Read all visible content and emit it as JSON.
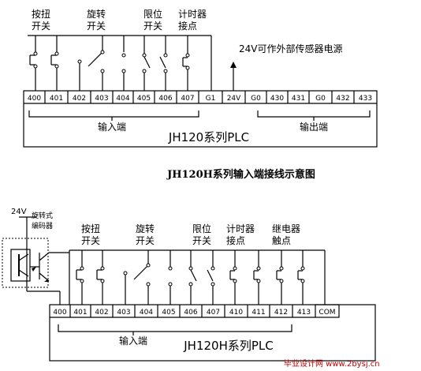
{
  "top": {
    "group_labels": {
      "button": [
        "按扭",
        "开关"
      ],
      "rotary": [
        "旋转",
        "开关"
      ],
      "limit": [
        "限位",
        "开关"
      ],
      "timer": [
        "计时器",
        "接点"
      ]
    },
    "power_note": "24V可作外部传感器电源",
    "terminals": [
      "400",
      "401",
      "402",
      "403",
      "404",
      "405",
      "406",
      "407",
      "G1",
      "24V",
      "G0",
      "430",
      "431",
      "G0",
      "432",
      "433"
    ],
    "input_label": "输入端",
    "output_label": "输出端",
    "plc_name": "JH120系列PLC"
  },
  "caption": "JH120H系列输入端接线示意图",
  "bottom": {
    "voltage": "24V",
    "encoder_label": [
      "旋转式",
      "编码器"
    ],
    "group_labels": {
      "button": [
        "按扭",
        "开关"
      ],
      "rotary": [
        "旋转",
        "开关"
      ],
      "limit": [
        "限位",
        "开关"
      ],
      "timer": [
        "计时器",
        "接点"
      ],
      "relay": [
        "继电器",
        "触点"
      ]
    },
    "terminals": [
      "400",
      "401",
      "402",
      "403",
      "404",
      "405",
      "406",
      "407",
      "410",
      "411",
      "412",
      "413",
      "COM"
    ],
    "input_label": "输入端",
    "plc_name": "JH120H系列PLC"
  },
  "watermark": "毕业设计网 www.2bysj.cn"
}
